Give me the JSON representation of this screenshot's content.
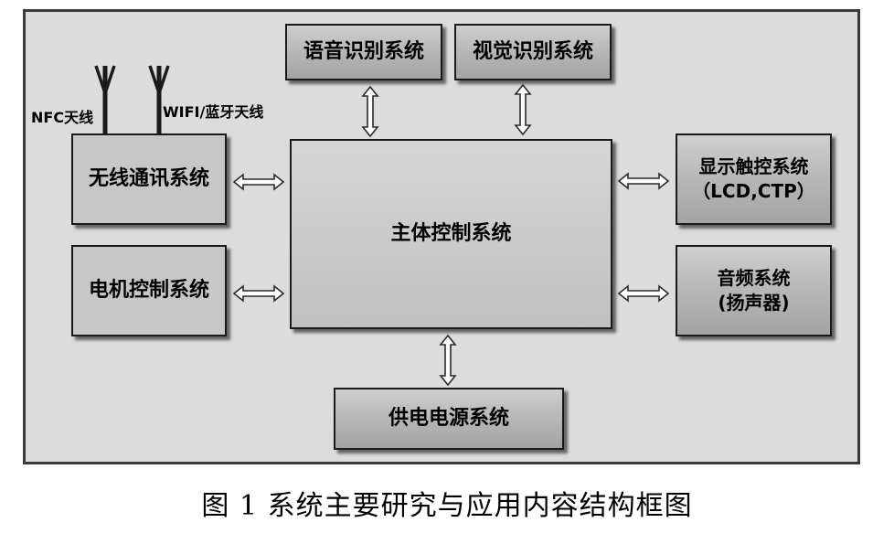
{
  "blocks": {
    "main": "主体控制系统",
    "voice": "语音识别系统",
    "vision": "视觉识别系统",
    "wireless": "无线通讯系统",
    "motor": "电机控制系统",
    "display_line1": "显示触控系统",
    "display_line2": "（LCD,CTP）",
    "audio_line1": "音频系统",
    "audio_line2": "(扬声器)",
    "power": "供电电源系统"
  },
  "antennas": {
    "nfc": "NFC天线",
    "wifi": "WIFI/蓝牙天线"
  },
  "caption": "图 1  系统主要研究与应用内容结构框图"
}
